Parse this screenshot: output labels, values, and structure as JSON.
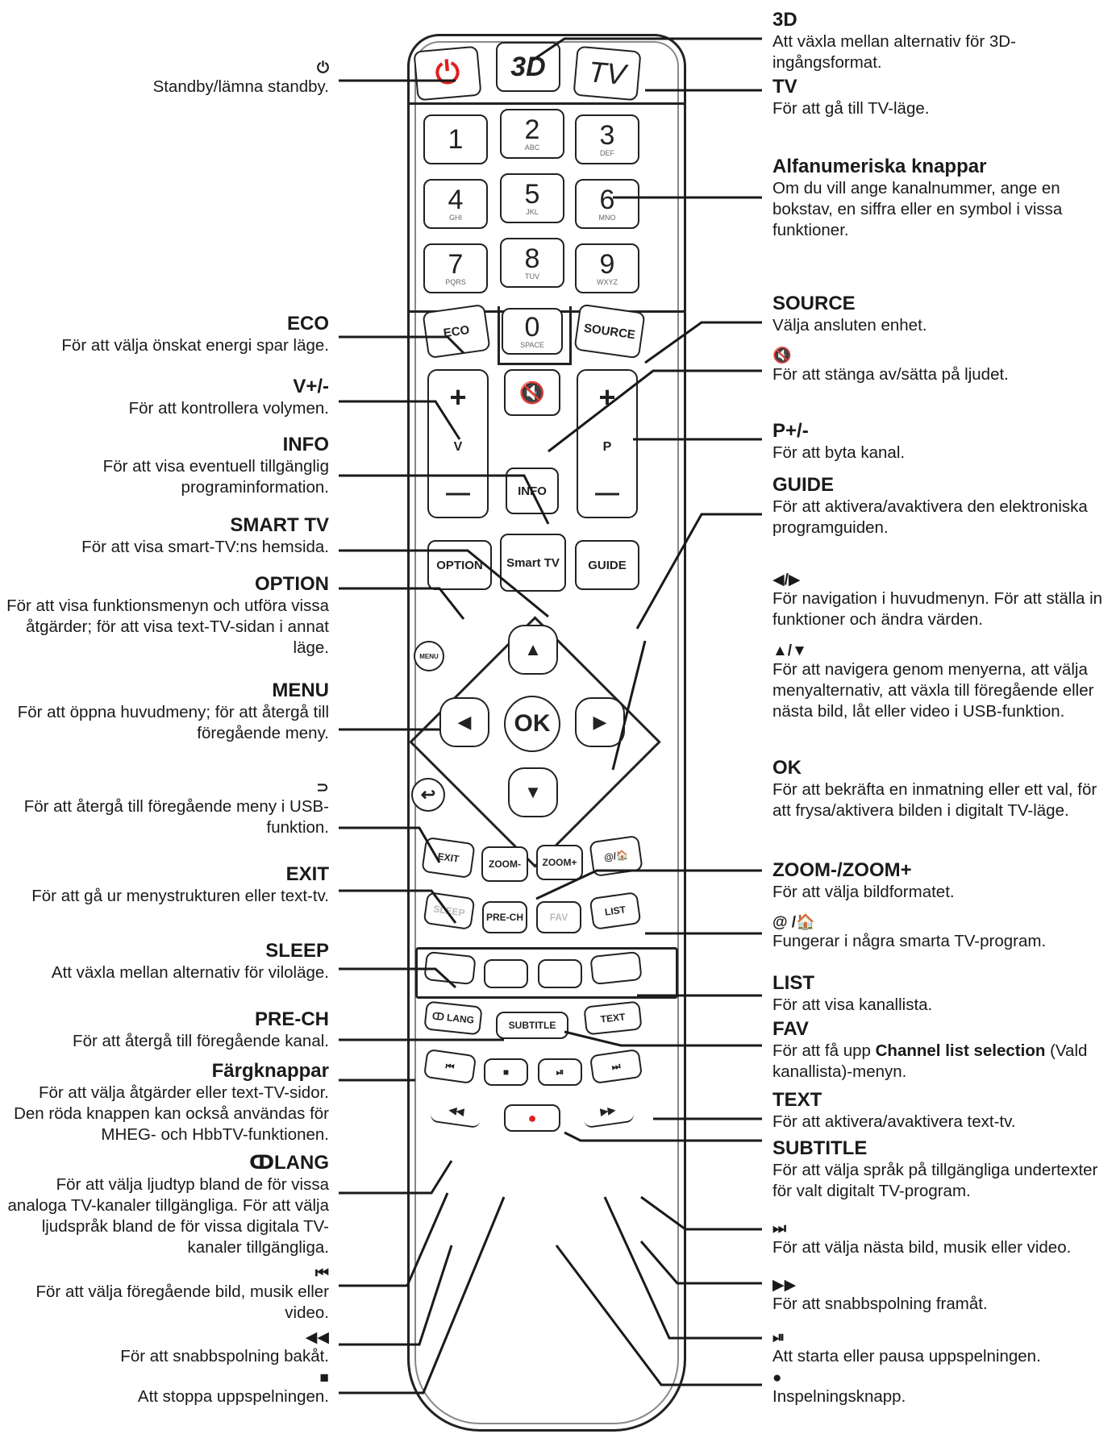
{
  "remote": {
    "keys": {
      "power": "⏻",
      "threed": "3D",
      "tv": "TV",
      "k1": "1",
      "k2": "2",
      "k2s": "ABC",
      "k3": "3",
      "k3s": "DEF",
      "k4": "4",
      "k4s": "GHI",
      "k5": "5",
      "k5s": "JKL",
      "k6": "6",
      "k6s": "MNO",
      "k7": "7",
      "k7s": "PQRS",
      "k8": "8",
      "k8s": "TUV",
      "k9": "9",
      "k9s": "WXYZ",
      "k0": "0",
      "k0s": "SPACE",
      "eco": "ECO",
      "source": "SOURCE",
      "vplus": "+",
      "vlabel": "V",
      "vminus": "—",
      "pplus": "+",
      "plabel": "P",
      "pminus": "—",
      "mute": "🔇",
      "info": "INFO",
      "option": "OPTION",
      "smarttv": "Smart TV",
      "guide": "GUIDE",
      "menu": "MENU",
      "ok": "OK",
      "back": "↩",
      "up": "▲",
      "down": "▼",
      "left": "◀",
      "right": "▶",
      "exit": "EXIT",
      "zoomminus": "ZOOM-",
      "zoomplus": "ZOOM+",
      "athome": "@/🏠",
      "sleep": "SLEEP",
      "prech": "PRE-CH",
      "fav": "FAV",
      "list": "LIST",
      "lang": "ↀ LANG",
      "subtitle": "SUBTITLE",
      "text": "TEXT",
      "prev": "⏮",
      "stop": "■",
      "playpause": "⏯",
      "next": "⏭",
      "rew": "◀◀",
      "rec": "●",
      "ff": "▶▶"
    }
  },
  "labels": {
    "standby": {
      "icon": "⏻",
      "desc": "Standby/lämna standby."
    },
    "eco": {
      "title": "ECO",
      "desc": "För att välja önskat energi spar läge."
    },
    "volume": {
      "title": "V+/-",
      "desc": "För att kontrollera volymen."
    },
    "info": {
      "title": "INFO",
      "desc": "För att visa eventuell tillgänglig programinformation."
    },
    "smarttv": {
      "title": "SMART TV",
      "desc": "För att visa smart-TV:ns hemsida."
    },
    "option": {
      "title": "OPTION",
      "desc": "För att visa funktionsmenyn och utföra vissa åtgärder; för att visa text-TV-sidan i annat läge."
    },
    "menu": {
      "title": "MENU",
      "desc": "För att öppna huvudmeny; för att återgå till föregående meny."
    },
    "back": {
      "icon": "⊃",
      "desc": "För att återgå till föregående meny i USB-funktion."
    },
    "exit": {
      "title": "EXIT",
      "desc": "För att gå ur menystrukturen eller text-tv."
    },
    "sleep": {
      "title": "SLEEP",
      "desc": "Att växla mellan alternativ för viloläge."
    },
    "prech": {
      "title": "PRE-CH",
      "desc": "För att återgå till föregående kanal."
    },
    "color": {
      "title": "Färgknappar",
      "desc": "För att välja åtgärder eller text-TV-sidor. Den röda knappen kan också användas för MHEG- och HbbTV-funktionen."
    },
    "lang": {
      "title": "ↀLANG",
      "desc": "För att välja ljudtyp bland de för vissa analoga TV-kanaler tillgängliga. För att välja ljudspråk bland de för vissa digitala TV-kanaler tillgängliga."
    },
    "prev": {
      "icon": "⏮",
      "desc": "För att välja föregående bild, musik eller video."
    },
    "rew": {
      "icon": "◀◀",
      "desc": "För att snabbspolning bakåt."
    },
    "stop": {
      "icon": "■",
      "desc": "Att stoppa uppspelningen."
    },
    "threed": {
      "title": "3D",
      "desc": "Att växla mellan alternativ för 3D-ingångsformat."
    },
    "tv": {
      "title": "TV",
      "desc": "För att gå till TV-läge."
    },
    "alnum": {
      "title": "Alfanumeriska knappar",
      "desc": "Om du vill ange kanalnummer, ange en bokstav, en siffra eller en symbol i vissa funktioner."
    },
    "source": {
      "title": "SOURCE",
      "desc": "Välja ansluten enhet."
    },
    "mute": {
      "icon": "🔇",
      "desc": "För att stänga av/sätta på ljudet."
    },
    "program": {
      "title": "P+/-",
      "desc": "För att byta kanal."
    },
    "guide": {
      "title": "GUIDE",
      "desc": "För att aktivera/avaktivera den elektroniska programguiden."
    },
    "leftright": {
      "icon": "◀/▶",
      "desc": "För navigation i huvudmenyn. För att ställa in funktioner och ändra värden."
    },
    "updown": {
      "icon": "▲/▼",
      "desc": "För att navigera genom menyerna, att välja menyalternativ, att växla till föregående eller nästa bild, låt eller video i USB-funktion."
    },
    "ok": {
      "title": "OK",
      "desc": "För att bekräfta en inmatning eller ett val, för att frysa/aktivera bilden i digitalt TV-läge."
    },
    "zoom": {
      "title": "ZOOM-/ZOOM+",
      "desc": "För att välja bildformatet."
    },
    "athome": {
      "icon": "@ /🏠",
      "desc": "Fungerar i några smarta TV-program."
    },
    "list": {
      "title": "LIST",
      "desc": "För att visa kanallista."
    },
    "fav": {
      "title": "FAV",
      "desc_pre": "För att få upp ",
      "desc_bold": "Channel list selection",
      "desc_post": " (Vald kanallista)-menyn."
    },
    "text": {
      "title": "TEXT",
      "desc": "För att aktivera/avaktivera text-tv."
    },
    "subtitle": {
      "title": "SUBTITLE",
      "desc": "För att välja språk på tillgängliga undertexter för valt digitalt TV-program."
    },
    "next": {
      "icon": "⏭",
      "desc": "För att välja nästa bild, musik eller video."
    },
    "ff": {
      "icon": "▶▶",
      "desc": "För att snabbspolning framåt."
    },
    "playpause": {
      "icon": "⏯",
      "desc": "Att starta eller pausa uppspelningen."
    },
    "rec": {
      "icon": "●",
      "desc": "Inspelningsknapp."
    }
  },
  "colors": {
    "power": "#e02020",
    "rec": "#e02020",
    "line": "#1a1a1a"
  }
}
